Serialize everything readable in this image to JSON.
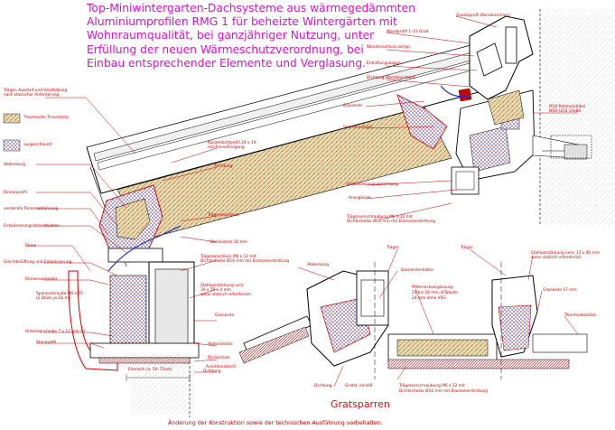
{
  "title_lines": [
    "Top-Miniwintergarten-Dachsysteme aus wärmegedämmten",
    "Aluminiumprofilen RMG 1 für beheizte Wintergärten mit",
    "Wohnraumqualität, bei ganzjähriger Nutzung, unter",
    "Erfüllung der neuen Wärmeschutzverordnung, bei",
    "Einbau entsprechender Elemente und Verglasung."
  ],
  "left_labels": {
    "l1a": "Träger, Aussteif und Verstärkung",
    "l1b": "nach statischer Anforderung",
    "l2": "Thermische Trennleiste",
    "l3": "ausgeschäumt",
    "l4": "Abdeckung",
    "l5": "Rinnenprofil",
    "l6": "verdeckte Rinnenabführung",
    "l7": "Entwässerungsablaufstutzen",
    "l8": "Rinne",
    "l9": "Gleichbelüftung und Entwässerung",
    "l10": "Rinnenverbinder",
    "l11a": "Spannschraube M6 x 70",
    "l11b": "(2 Stück je Dü.m)",
    "l12": "Unterlegscheibe 7 x 12 mm A2",
    "l13": "Sturzprofil"
  },
  "mid_labels": {
    "m1a": "Kanzeldichtprofil 24 x 19",
    "m1b": "mit Rinne/Freigang",
    "m2": "Dichtung",
    "m3": "Trägeranschluss",
    "m4": "Standsicher 10 mm",
    "m5a": "Trägeranschluss M6 x 12 mit",
    "m5b": "Dichtscheibe Ø16 mm mit Elastomerdichtung",
    "m6a": "Stahlverstärkung verz.",
    "m6b": "30 x 70 x 4 mm",
    "m6c": "wenn statisch erforderlich",
    "m7": "Glasleiste",
    "m8": "Abdeckleiste",
    "m9": "Deckschale",
    "m10": "Anschlussblech",
    "m11": "Dichtung",
    "dim": "Element ca. 50–75mm"
  },
  "right_labels": {
    "r1": "Zusatzprofil Wandanschluss",
    "r2": "Wandprofil 1–23 Grad",
    "r3": "Wandanschluss kompl.",
    "r4": "Entlüftungskappe",
    "r5": "Dichtung Wandanschluss",
    "r6": "Glasleiste",
    "r7": "Sparrenaufsatz",
    "r8a": "M10 Rahmendübel",
    "r8b": "HRD-UGS 10x80",
    "r9": "Entwässerungsabdichtung",
    "r10": "Anzugleiste",
    "r11a": "Trägerverschraubung M6 x 12 mit",
    "r11b": "Dichtscheibe Ø16 mm mit Elastomerdichtung"
  },
  "grat_labels": {
    "g1": "Träger",
    "g2": "Träger",
    "g3": "Abdeckung",
    "g4": "Glasleistenhalter",
    "g5a": "Stahlverstärkung verz. 15 x 80 mm",
    "g5b": "wenn statisch erforderlich",
    "g6a": "Mitteneckverglasung",
    "g6b": "24 bis 34 mm, K-Tabelle",
    "g6c": "24 mm ohne VSG",
    "g7": "Glasleiste 17 mm",
    "g8": "Thermoabstütze",
    "g9a": "Trägerverschraubung M6 x 12 mit",
    "g9b": "Dichtscheibe Ø16 mm mit Elastomerdichtung",
    "g10": "Gratst. einstiß",
    "g11": "Dichtung"
  },
  "section_title": "Gratsparren",
  "footer": "Änderung der Konstruktion sowie der technischen Ausführung vorbehalten.",
  "colors": {
    "title": "#d815c8",
    "label": "#c80000",
    "line": "#000000",
    "hatch": "#0000cc",
    "insulation": "#cc9966"
  }
}
